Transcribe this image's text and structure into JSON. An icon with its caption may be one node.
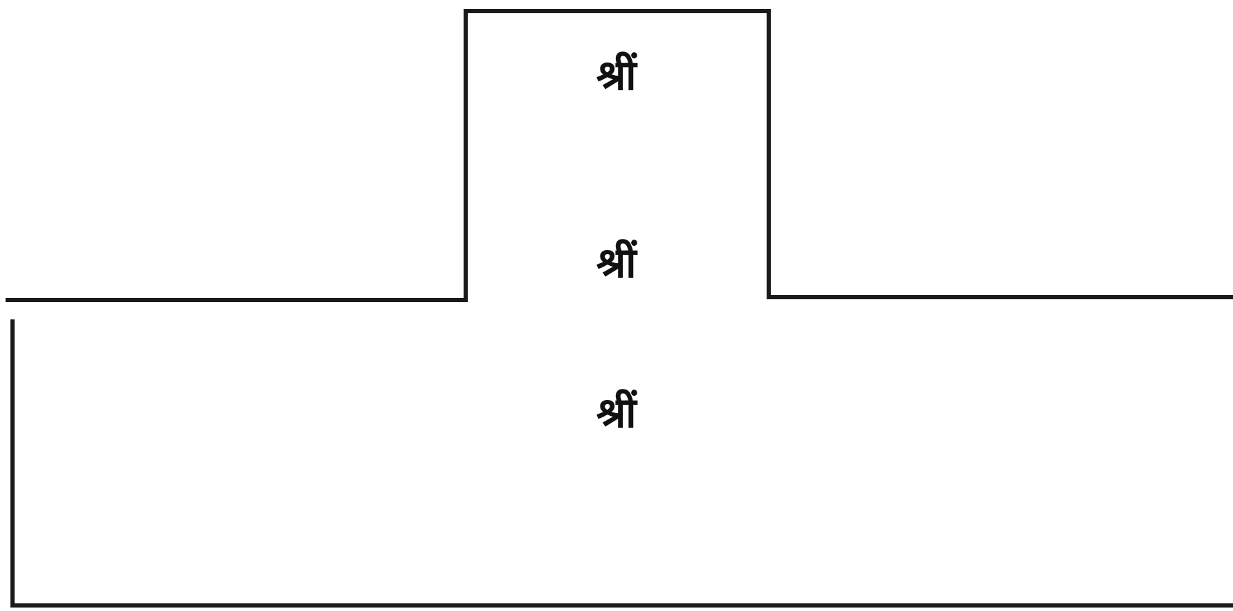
{
  "diagram": {
    "nodes": [
      {
        "text": [
          "श्रीं",
          "श्रीं",
          "श्रीं"
        ]
      }
    ]
  }
}
